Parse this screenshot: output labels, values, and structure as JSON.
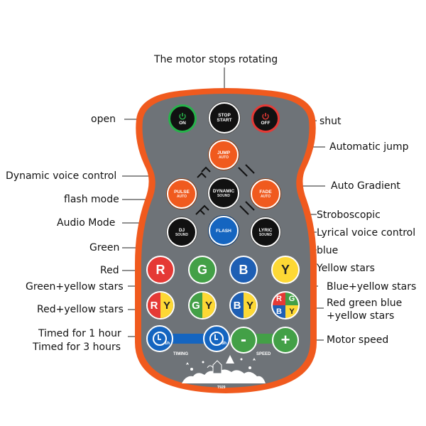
{
  "title": "The motor stops rotating",
  "labels": {
    "open": "open",
    "shut": "shut",
    "automatic_jump": "Automatic jump",
    "dynamic_voice": "Dynamic voice control",
    "flash_mode": "flash mode",
    "auto_gradient": "Auto Gradient",
    "stroboscopic": "Stroboscopic",
    "audio_mode": "Audio Mode",
    "lyrical_voice": "Lyrical voice control",
    "green": "Green",
    "blue": "blue",
    "red": "Red",
    "yellow_stars": "Yellow stars",
    "green_yellow_stars": "Green+yellow stars",
    "blue_yellow_stars": "Blue+yellow stars",
    "red_yellow_stars": "Red+yellow stars",
    "rgb_line1": "Red green blue",
    "rgb_line2": "+yellow stars",
    "timed_1h": "Timed for 1 hour",
    "timed_3h": "Timed for 3 hours",
    "motor_speed": "Motor speed"
  },
  "buttons": {
    "on": "ON",
    "stop_l1": "STOP",
    "stop_l2": "START",
    "off": "OFF",
    "jump": "JUMP",
    "jump_sub": "AUTO",
    "pulse": "PULSE",
    "pulse_sub": "AUTO",
    "dynamic": "DYNAMIC",
    "dynamic_sub": "SOUND",
    "fade": "FADE",
    "fade_sub": "AUTO",
    "dj": "DJ",
    "dj_sub": "SOUND",
    "flash": "FLASH",
    "lyric": "LYRIC",
    "lyric_sub": "SOUND",
    "r": "R",
    "g": "G",
    "b": "B",
    "y": "Y",
    "t1h": "1h",
    "t3h": "3h",
    "minus": "-",
    "plus": "+",
    "timing": "TIMING",
    "speed": "SPEED",
    "model": "T929"
  },
  "colors": {
    "body": "#6e7378",
    "rim": "#f05a1e",
    "accent_orange": "#f05a1e"
  }
}
